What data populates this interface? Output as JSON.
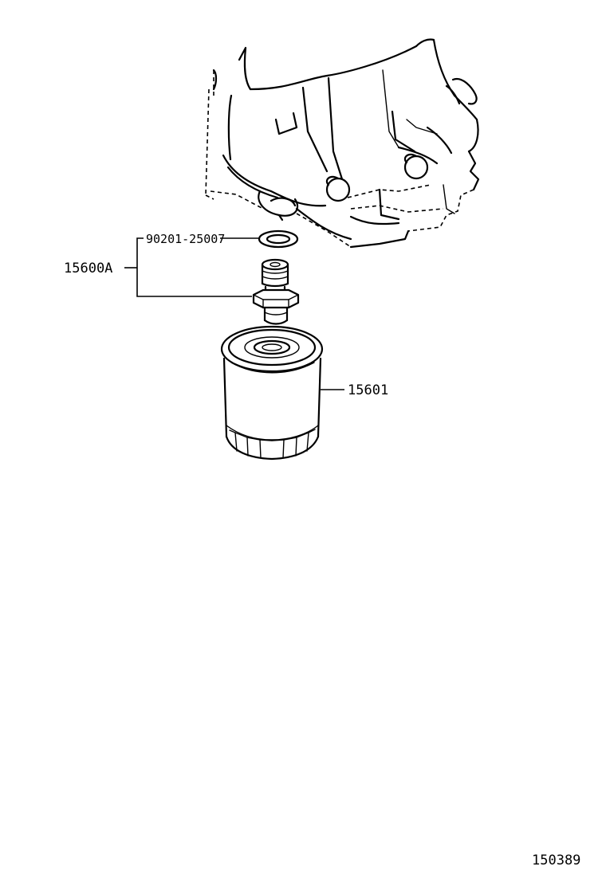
{
  "labels": {
    "gasket": "90201-25007",
    "union_assy": "15600A",
    "oil_filter": "15601",
    "figure_number": "150389"
  }
}
